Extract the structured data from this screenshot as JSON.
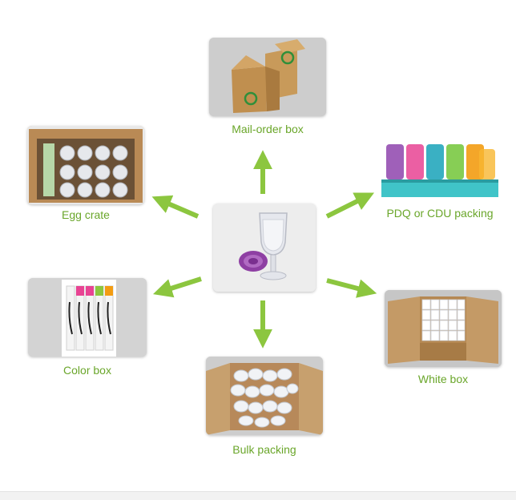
{
  "diagram": {
    "center": {
      "icon": "wine-glass-with-lid-icon"
    },
    "nodes": [
      {
        "id": "mail-order",
        "label": "Mail-order box",
        "icon": "mail-order-box-photo-icon"
      },
      {
        "id": "egg-crate",
        "label": "Egg crate",
        "icon": "egg-crate-photo-icon"
      },
      {
        "id": "pdq-cdu",
        "label": "PDQ or CDU packing",
        "icon": "pdq-display-photo-icon"
      },
      {
        "id": "color-box",
        "label": "Color box",
        "icon": "color-box-photo-icon"
      },
      {
        "id": "white-box",
        "label": "White box",
        "icon": "white-box-photo-icon"
      },
      {
        "id": "bulk-packing",
        "label": "Bulk packing",
        "icon": "bulk-packing-photo-icon"
      }
    ],
    "colors": {
      "arrow": "#8cc63f",
      "label": "#6aa62a"
    }
  }
}
